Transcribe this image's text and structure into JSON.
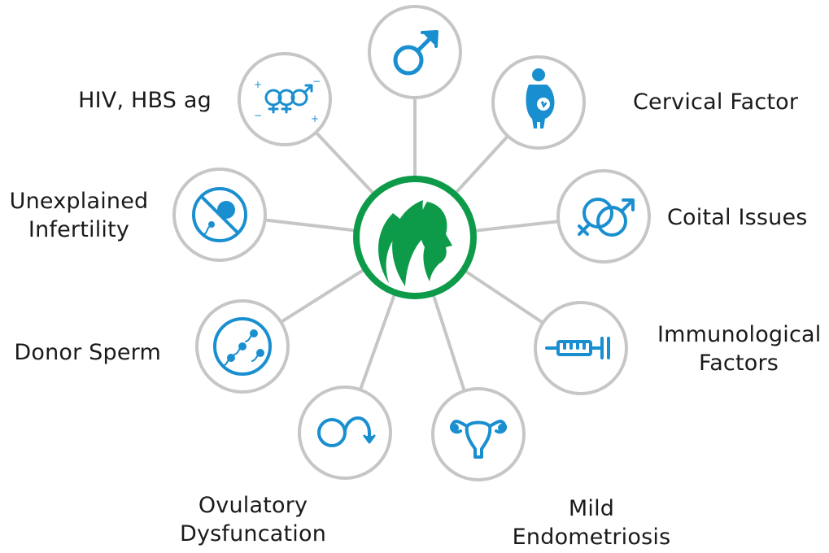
{
  "diagram": {
    "type": "hub-and-spoke",
    "center": {
      "icon": "female-profile-logo-icon"
    },
    "colors": {
      "center_ring": "#0d9b4a",
      "spoke": "#c6c6c6",
      "icon": "#1a8fd0",
      "label": "#1a1a1a"
    },
    "nodes": [
      {
        "id": "male",
        "icon": "male-symbol-icon",
        "label_lines": []
      },
      {
        "id": "cervical",
        "icon": "pregnant-woman-icon",
        "label_lines": [
          "Cervical Factor"
        ]
      },
      {
        "id": "coital",
        "icon": "intertwined-gender-symbols-icon",
        "label_lines": [
          "Coital Issues"
        ]
      },
      {
        "id": "immunological",
        "icon": "syringe-icon",
        "label_lines": [
          "Immunological",
          "Factors"
        ]
      },
      {
        "id": "endometriosis",
        "icon": "uterus-icon",
        "label_lines": [
          "Mild",
          "Endometriosis"
        ]
      },
      {
        "id": "ovulatory",
        "icon": "cycle-arrow-icon",
        "label_lines": [
          "Ovulatory",
          "Dysfuncation"
        ]
      },
      {
        "id": "donor",
        "icon": "sperm-egg-icon",
        "label_lines": [
          "Donor Sperm"
        ]
      },
      {
        "id": "unexplained",
        "icon": "no-sperm-icon",
        "label_lines": [
          "Unexplained",
          "Infertility"
        ]
      },
      {
        "id": "hiv",
        "icon": "gender-symbols-icon",
        "label_lines": [
          "HIV, HBS ag"
        ]
      }
    ]
  }
}
